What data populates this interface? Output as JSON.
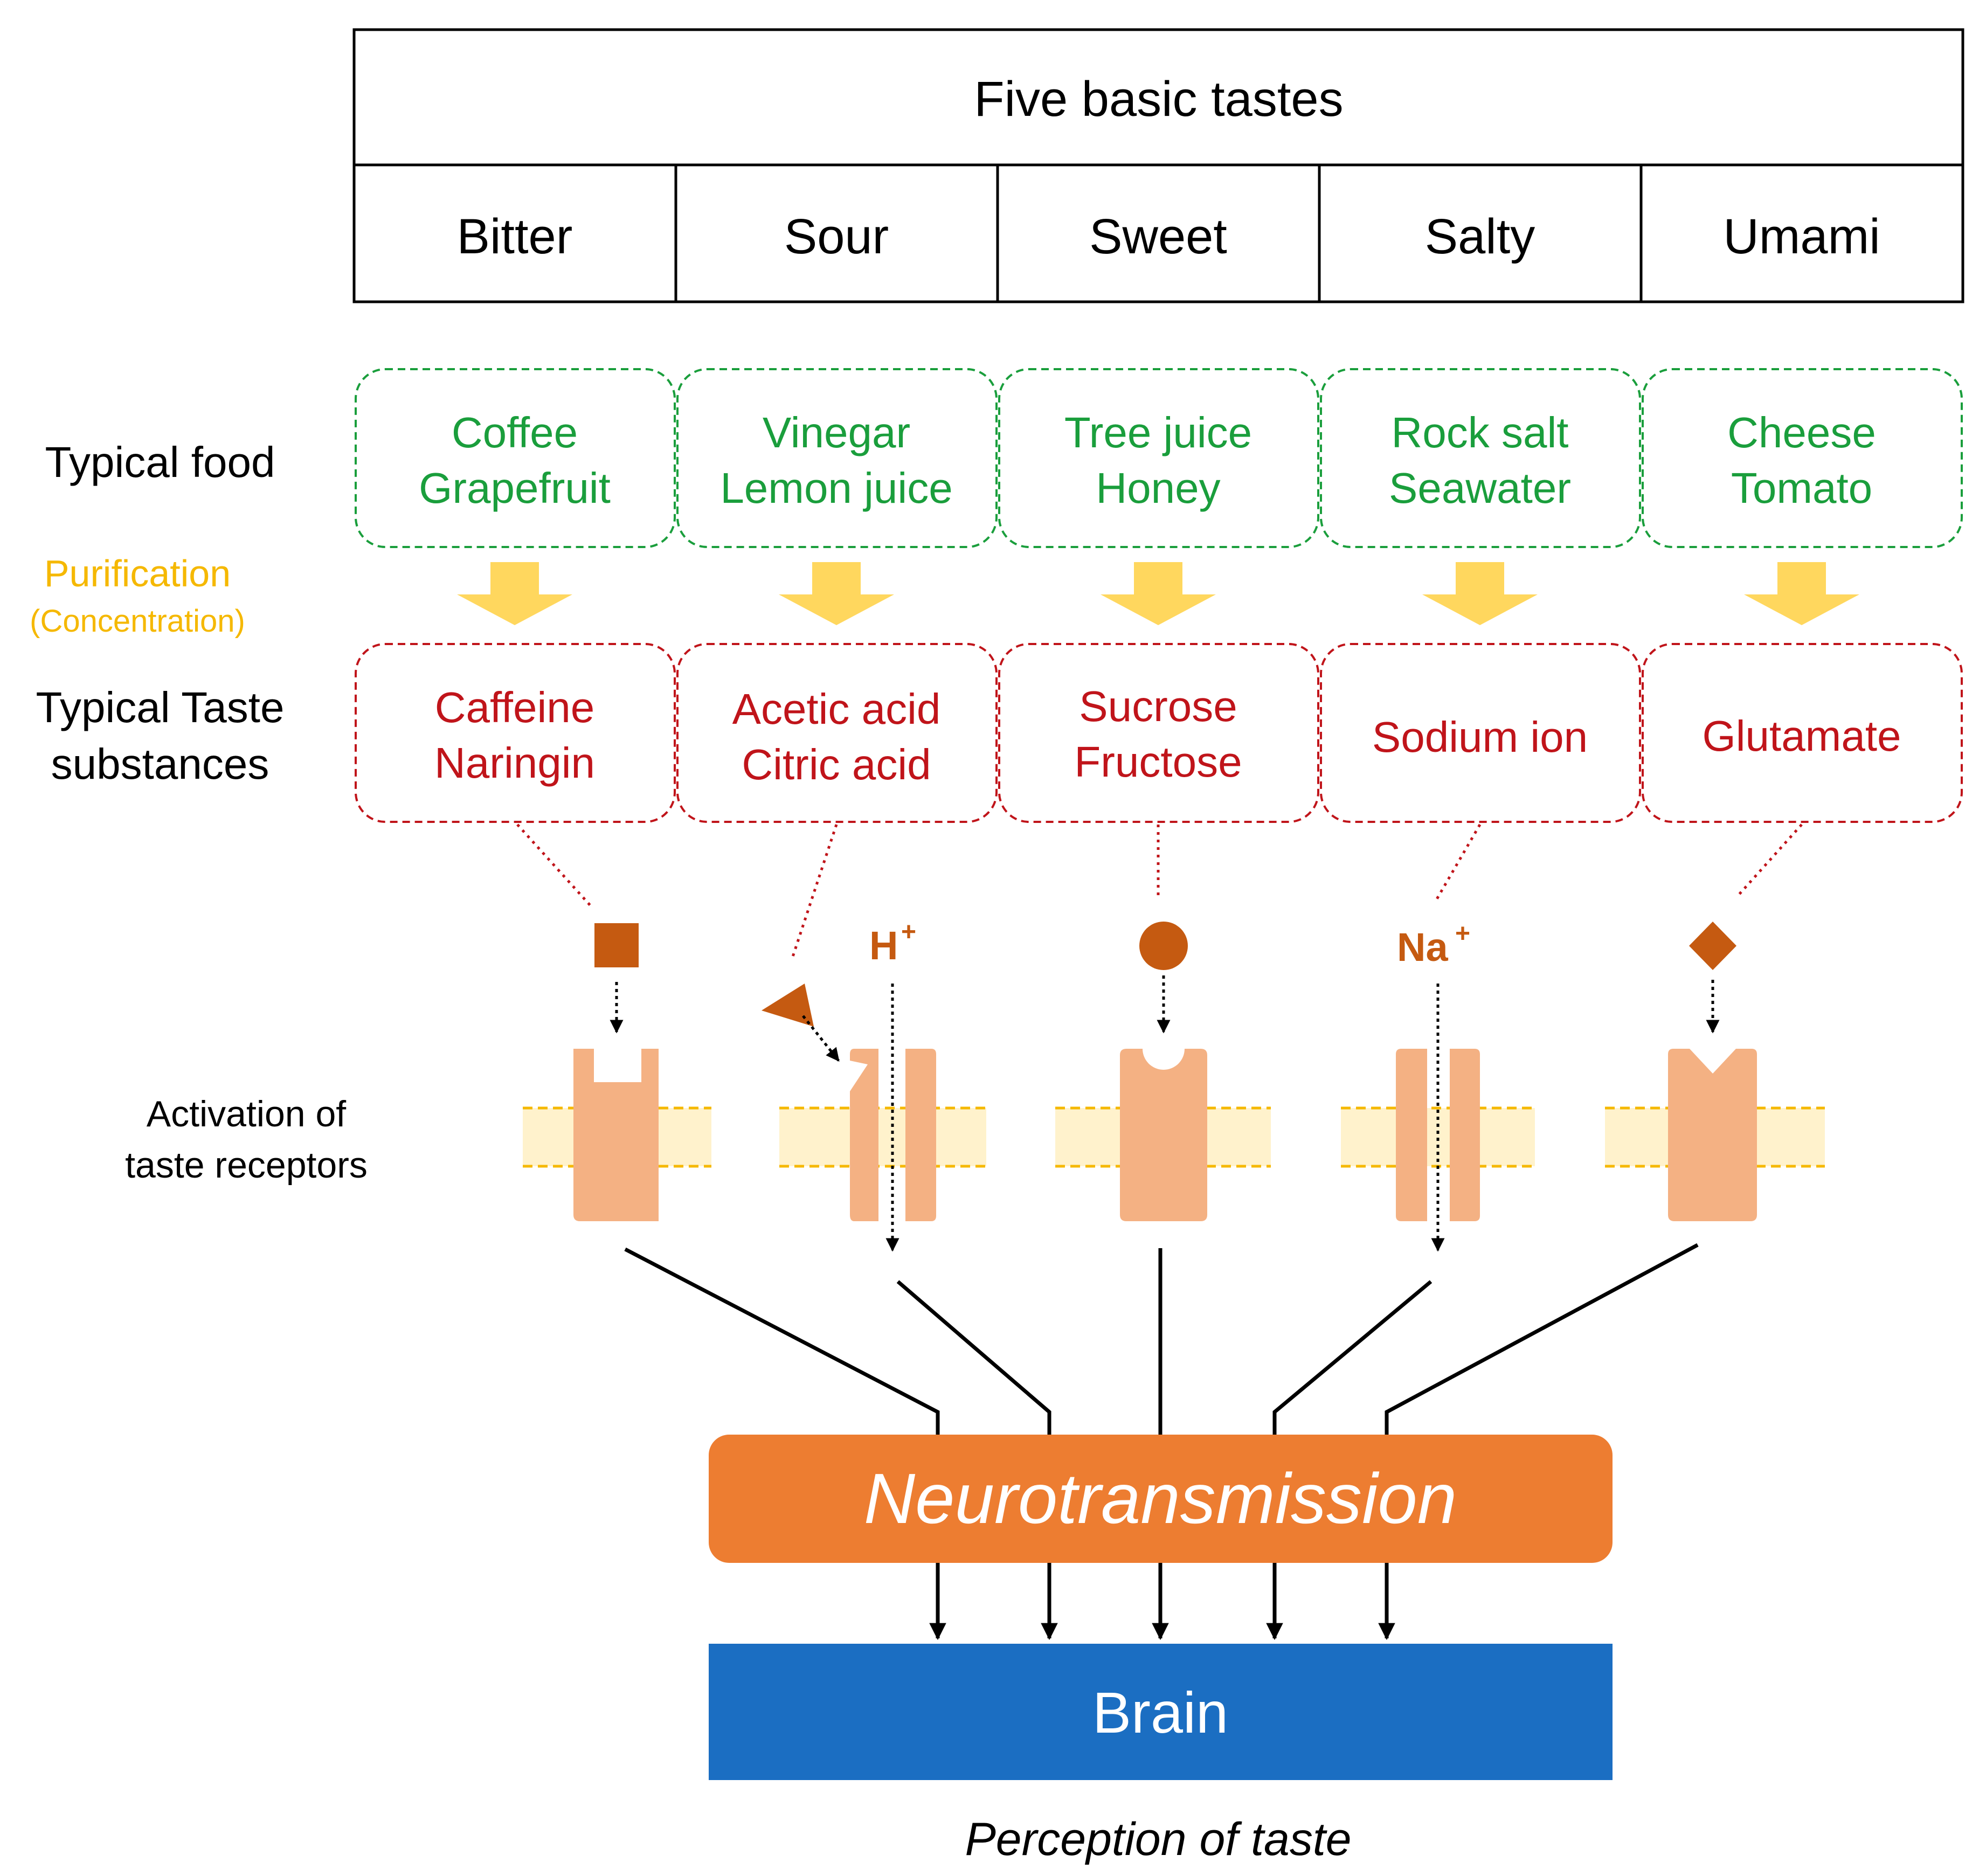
{
  "header": {
    "title": "Five basic tastes",
    "tastes": [
      "Bitter",
      "Sour",
      "Sweet",
      "Salty",
      "Umami"
    ]
  },
  "row_labels": {
    "typical_food": "Typical food",
    "purification": "Purification",
    "concentration": "(Concentration)",
    "taste_substances_line1": "Typical Taste",
    "taste_substances_line2": "substances",
    "activation_line1": "Activation of",
    "activation_line2": "taste receptors"
  },
  "foods": [
    [
      "Coffee",
      "Grapefruit"
    ],
    [
      "Vinegar",
      "Lemon juice"
    ],
    [
      "Tree juice",
      "Honey"
    ],
    [
      "Rock salt",
      "Seawater"
    ],
    [
      "Cheese",
      "Tomato"
    ]
  ],
  "substances": [
    [
      "Caffeine",
      "Naringin"
    ],
    [
      "Acetic acid",
      "Citric acid"
    ],
    [
      "Sucrose",
      "Fructose"
    ],
    [
      "Sodium ion"
    ],
    [
      "Glutamate"
    ]
  ],
  "ions": {
    "h_base": "H",
    "na_base": "Na",
    "charge": "+"
  },
  "neurotransmission": "Neurotransmission",
  "brain": "Brain",
  "perception": "Perception of taste",
  "icons": {
    "bitter_ligand": "square-icon",
    "sour_ligand": "triangle-icon",
    "sweet_ligand": "circle-icon",
    "umami_ligand": "diamond-icon"
  },
  "colors": {
    "food_green": "#1a9e3c",
    "substance_red": "#c0141a",
    "purification_yellow": "#f5b800",
    "arrow_yellow": "#ffd75e",
    "ligand_brown": "#c55a11",
    "receptor_peach": "#f4b183",
    "membrane_fill": "#fff2cc",
    "membrane_dash": "#f5b800",
    "neuro_orange": "#ed7d31",
    "brain_blue": "#1b6ec2"
  }
}
